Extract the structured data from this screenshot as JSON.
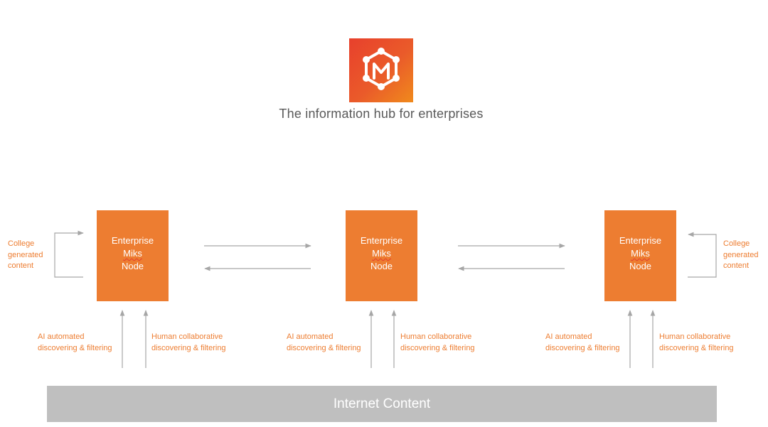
{
  "header": {
    "logo_icon": "miks-hexagon-m-icon",
    "tagline": "The information hub for enterprises"
  },
  "nodes": [
    {
      "line1": "Enterprise",
      "line2": "Miks",
      "line3": "Node"
    },
    {
      "line1": "Enterprise",
      "line2": "Miks",
      "line3": "Node"
    },
    {
      "line1": "Enterprise",
      "line2": "Miks",
      "line3": "Node"
    }
  ],
  "side_labels": {
    "left": [
      "College",
      "generated",
      "content"
    ],
    "right": [
      "College",
      "generated",
      "content"
    ]
  },
  "inputs": [
    {
      "ai": [
        "AI automated",
        "discovering & filtering"
      ],
      "human": [
        "Human collaborative",
        "discovering & filtering"
      ]
    },
    {
      "ai": [
        "AI automated",
        "discovering & filtering"
      ],
      "human": [
        "Human collaborative",
        "discovering & filtering"
      ]
    },
    {
      "ai": [
        "AI automated",
        "discovering & filtering"
      ],
      "human": [
        "Human collaborative",
        "discovering & filtering"
      ]
    }
  ],
  "footer": {
    "label": "Internet Content"
  },
  "colors": {
    "node": "#ed7d31",
    "accent": "#ed7d31",
    "bar": "#bfbfbf",
    "arrow": "#a6a6a6",
    "logo_start": "#e8402c",
    "logo_end": "#f08a1c"
  }
}
